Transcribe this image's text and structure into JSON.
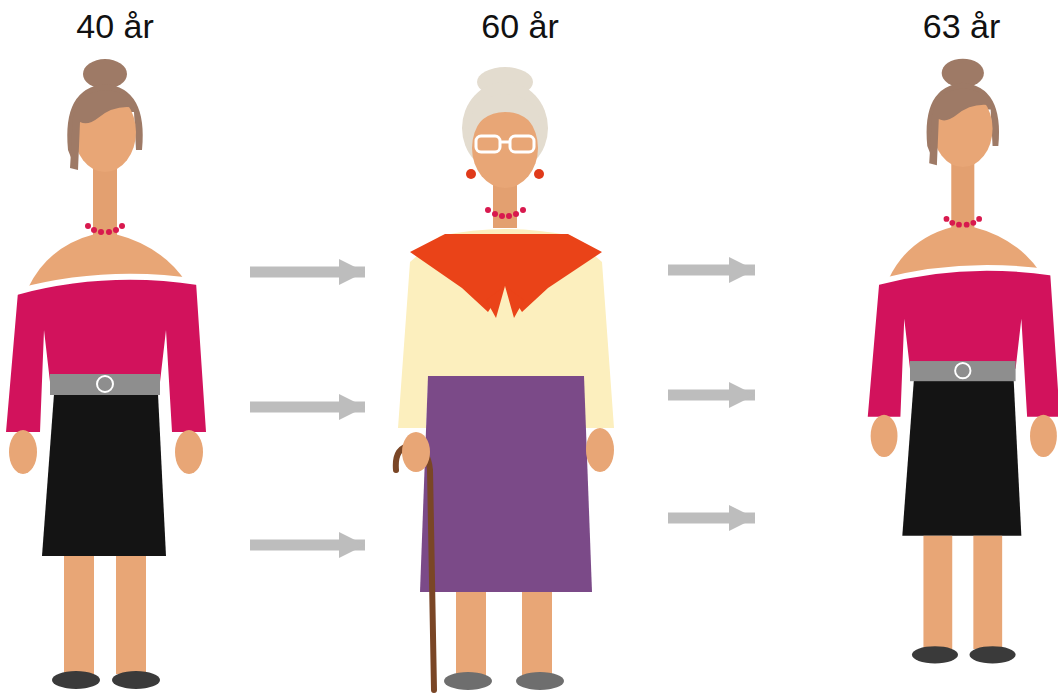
{
  "diagram": {
    "nodes": [
      {
        "text": [
          "40 år"
        ]
      },
      {
        "text": [
          "60 år"
        ]
      },
      {
        "text": [
          "63 år"
        ]
      }
    ],
    "edges": [
      {
        "from": 0,
        "to": 1,
        "arrow": "to"
      },
      {
        "from": 0,
        "to": 1,
        "arrow": "to"
      },
      {
        "from": 0,
        "to": 1,
        "arrow": "to"
      },
      {
        "from": 1,
        "to": 2,
        "arrow": "to"
      },
      {
        "from": 1,
        "to": 2,
        "arrow": "to"
      },
      {
        "from": 1,
        "to": 2,
        "arrow": "to"
      }
    ]
  }
}
